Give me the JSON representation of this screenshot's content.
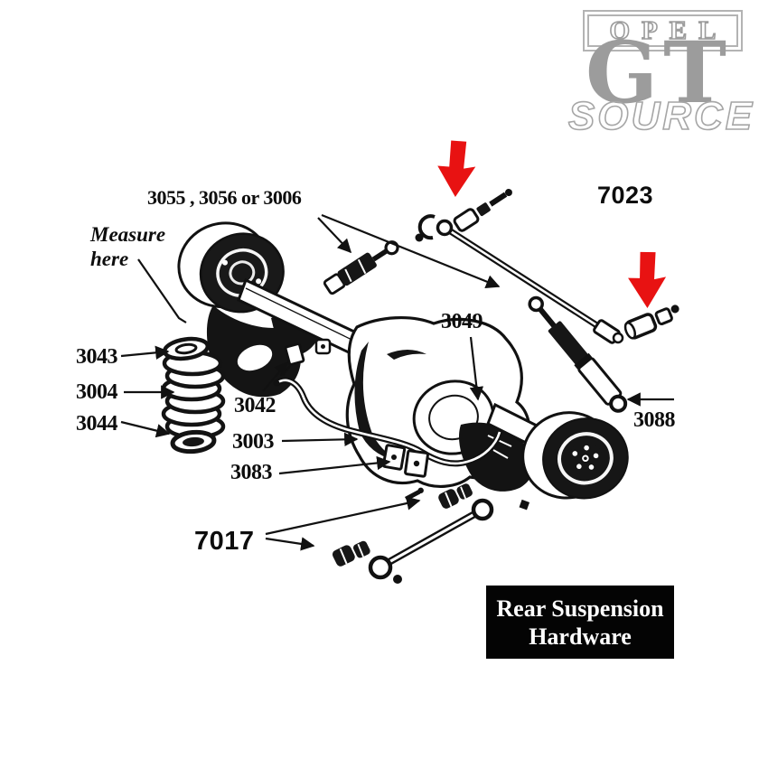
{
  "brand": {
    "opel": "OPEL",
    "gt": "GT",
    "source": "SOURCE"
  },
  "callouts": {
    "shock_options": "3055 , 3056 or 3006",
    "measure_line1": "Measure",
    "measure_line2": "here",
    "p7023": "7023",
    "p3043": "3043",
    "p3004": "3004",
    "p3044": "3044",
    "p3042": "3042",
    "p3003": "3003",
    "p3083": "3083",
    "p3049": "3049",
    "p3088": "3088",
    "p7017": "7017"
  },
  "title_plate": {
    "line1": "Rear Suspension",
    "line2": "Hardware"
  },
  "colors": {
    "highlight_arrow": "#e81212",
    "logo_gray": "#9c9c9c",
    "ink": "#111111",
    "plate_bg": "#000000",
    "plate_text": "#ffffff"
  }
}
